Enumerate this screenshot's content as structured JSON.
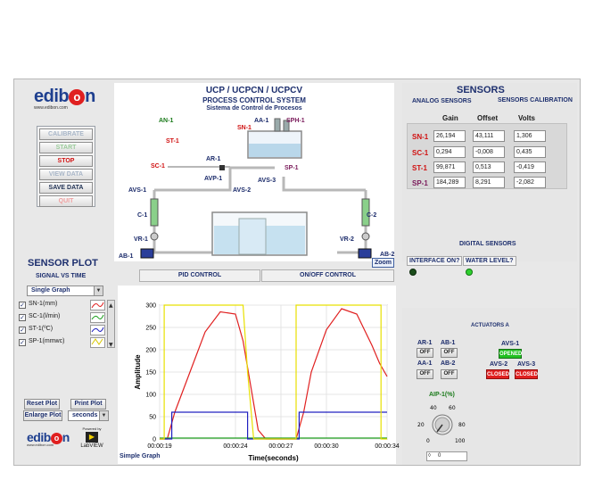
{
  "brand": {
    "logo": "edibon",
    "url": "www.edibon.com",
    "powered_by": "Powered by",
    "labview": "LabVIEW"
  },
  "controls": [
    "CALIBRATE",
    "START",
    "STOP",
    "VIEW DATA",
    "SAVE DATA",
    "QUIT"
  ],
  "diagram": {
    "title": "UCP / UCPCN / UCPCV",
    "subtitle": "PROCESS CONTROL SYSTEM",
    "subtitle2": "Sistema de Control de Procesos",
    "labels": {
      "an1": "AN-1",
      "aa1": "AA-1",
      "sph1": "SPH-1",
      "sn1": "SN-1",
      "st1": "ST-1",
      "ar1": "AR-1",
      "sc1": "SC-1",
      "avp1": "AVP-1",
      "sp1": "SP-1",
      "avs1": "AVS-1",
      "avs2": "AVS-2",
      "avs3": "AVS-3",
      "c1": "C-1",
      "c2": "C-2",
      "vr1": "VR-1",
      "vr2": "VR-2",
      "ab1": "AB-1",
      "ab2": "AB-2"
    },
    "zoom": "Zoom"
  },
  "sensors": {
    "title": "SENSORS",
    "tabs": [
      "ANALOG SENSORS",
      "SENSORS CALIBRATION"
    ],
    "columns": [
      "Gain",
      "Offset",
      "Volts"
    ],
    "rows": [
      {
        "name": "SN-1",
        "gain": "26,194",
        "offset": "43,111",
        "volts": "1,306"
      },
      {
        "name": "SC-1",
        "gain": "0,294",
        "offset": "-0,008",
        "volts": "0,435"
      },
      {
        "name": "ST-1",
        "gain": "99,871",
        "offset": "0,513",
        "volts": "-0,419"
      },
      {
        "name": "SP-1",
        "gain": "184,289",
        "offset": "8,291",
        "volts": "-2,082"
      }
    ],
    "digital_title": "DIGITAL SENSORS",
    "digital": [
      {
        "label": "INTERFACE ON?",
        "state": "off"
      },
      {
        "label": "WATER LEVEL?",
        "state": "on"
      }
    ]
  },
  "plot": {
    "title": "SENSOR PLOT",
    "signal": "SIGNAL VS TIME",
    "graph_mode": "Single Graph",
    "legend": [
      {
        "label": "SN-1(mm)",
        "color": "#e02020"
      },
      {
        "label": "SC-1(l/min)",
        "color": "#20a020"
      },
      {
        "label": "ST-1(ºC)",
        "color": "#2020c0"
      },
      {
        "label": "SP-1(mmwc)",
        "color": "#e8e000"
      }
    ],
    "reset": "Reset Plot",
    "print": "Print Plot",
    "enlarge": "Enlarge Plot",
    "units": "seconds",
    "tabs": [
      "PID CONTROL",
      "ON/OFF CONTROL"
    ],
    "footer_label": "Simple Graph"
  },
  "chart_data": {
    "type": "line",
    "ylabel": "Amplitude",
    "xlabel": "Time(seconds)",
    "ylim": [
      0,
      300
    ],
    "yticks": [
      "300",
      "250",
      "200",
      "150",
      "100",
      "50",
      "0"
    ],
    "xticks": [
      "00:00:19",
      "00:00:24",
      "00:00:27",
      "00:00:30",
      "00:00:34"
    ],
    "xlim": [
      19,
      34
    ],
    "series": [
      {
        "name": "SN-1(mm)",
        "color": "#e02020",
        "x": [
          19,
          19.5,
          20,
          21,
          22,
          23,
          24,
          24.5,
          25,
          25.5,
          26,
          27,
          28,
          28.5,
          29,
          30,
          31,
          32,
          33,
          33.5,
          34
        ],
        "y": [
          0,
          0,
          60,
          150,
          240,
          285,
          280,
          220,
          120,
          20,
          0,
          0,
          0,
          60,
          150,
          245,
          292,
          280,
          210,
          170,
          140
        ]
      },
      {
        "name": "SC-1(l/min)",
        "color": "#20a020",
        "x": [
          19,
          34
        ],
        "y": [
          2,
          2
        ]
      },
      {
        "name": "ST-1(ºC)",
        "color": "#2020c0",
        "x": [
          19,
          19.8,
          19.8,
          24.8,
          24.8,
          28.2,
          28.2,
          34
        ],
        "y": [
          0,
          0,
          60,
          60,
          0,
          0,
          60,
          60
        ]
      },
      {
        "name": "SP-1(mmwc)",
        "color": "#e8e000",
        "x": [
          19,
          19.3,
          19.3,
          24.5,
          24.8,
          25.2,
          28.0,
          28.0,
          33.6,
          33.6,
          34
        ],
        "y": [
          0,
          0,
          300,
          300,
          150,
          0,
          0,
          300,
          300,
          0,
          0
        ]
      }
    ]
  },
  "actuators": {
    "title": "ACTUATORS A",
    "pumps": [
      {
        "label": "AR-1",
        "state": "OFF"
      },
      {
        "label": "AB-1",
        "state": "OFF"
      },
      {
        "label": "AA-1",
        "state": "OFF"
      },
      {
        "label": "AB-2",
        "state": "OFF"
      }
    ],
    "valves": [
      {
        "label": "AVS-1",
        "state": "OPENED"
      },
      {
        "label": "AVS-2",
        "state": "CLOSED"
      },
      {
        "label": "AVS-3",
        "state": "CLOSED"
      }
    ],
    "aip": {
      "label": "AIP-1(%)",
      "ticks": [
        "0",
        "20",
        "40",
        "60",
        "80",
        "100"
      ],
      "value": "0"
    }
  }
}
